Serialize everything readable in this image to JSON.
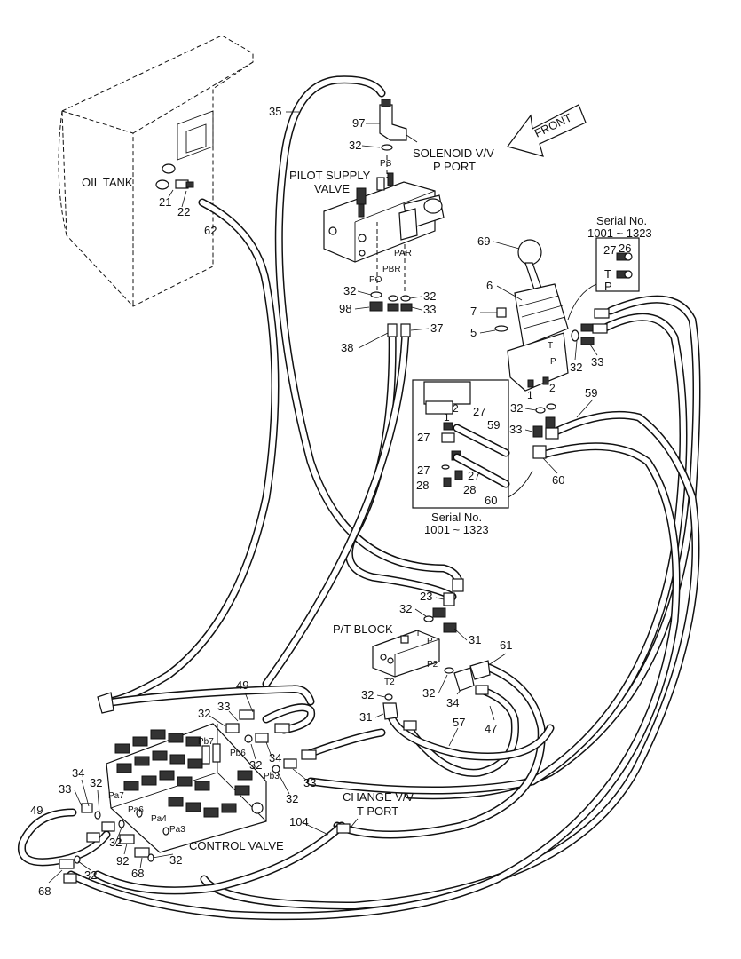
{
  "labels": {
    "oil_tank": "OIL TANK",
    "front": "FRONT",
    "pilot_supply_valve_1": "PILOT SUPPLY",
    "pilot_supply_valve_2": "VALVE",
    "solenoid_1": "SOLENOID V/V",
    "solenoid_2": "P PORT",
    "serial_top_1": "Serial No.",
    "serial_top_2": "1001 ~ 1323",
    "serial_mid_1": "Serial No.",
    "serial_mid_2": "1001 ~ 1323",
    "pt_block": "P/T BLOCK",
    "change_vv_1": "CHANGE V/V",
    "change_vv_2": "T PORT",
    "control_valve": "CONTROL VALVE"
  },
  "ports": {
    "ps": "PS",
    "po": "PO",
    "pbr": "PBR",
    "par": "PAR",
    "t_inset": "T",
    "p_inset": "P",
    "t_block": "T",
    "p_block": "P",
    "p2": "P2",
    "t2": "T2",
    "pb7": "Pb7",
    "pb6": "Pb6",
    "pb3": "Pb3",
    "pa7": "Pa7",
    "pa6": "Pa6",
    "pa4": "Pa4",
    "pa3": "Pa3",
    "jt": "T",
    "jp": "P",
    "j1": "1",
    "j2": "2",
    "m1": "1",
    "m2": "2"
  },
  "callouts": {
    "c97": "97",
    "c32_sol": "32",
    "c35": "35",
    "c21": "21",
    "c22": "22",
    "c62": "62",
    "c27_top": "27",
    "c26": "26",
    "c69": "69",
    "c6": "6",
    "c7": "7",
    "c5": "5",
    "c32_psv_l": "32",
    "c98": "98",
    "c32_psv_r": "32",
    "c33_psv": "33",
    "c38": "38",
    "c37": "37",
    "c32_joy": "32",
    "c33_joy": "33",
    "c59_r": "59",
    "c32_joy2": "32",
    "c33_joy2": "33",
    "c60_r": "60",
    "c27_m1": "27",
    "c27_m2": "27",
    "c59_m": "59",
    "c27_m3": "27",
    "c27_m4": "27",
    "c28_m1": "28",
    "c28_m2": "28",
    "c60_m": "60",
    "c23": "23",
    "c32_pt": "32",
    "c31_pt": "31",
    "c61": "61",
    "c32_p2": "32",
    "c34_p2": "34",
    "c47": "47",
    "c49_top": "49",
    "c32_cv1": "32",
    "c33_cv1": "33",
    "c32_t2": "32",
    "c31_t2": "31",
    "c57": "57",
    "c34_cv": "34",
    "c32_cv2": "32",
    "c33_cv2": "33",
    "c32_cv3": "32",
    "c34_l": "34",
    "c32_l": "32",
    "c33_l": "33",
    "c49_l": "49",
    "c32_b1": "32",
    "c92": "92",
    "c68_m": "68",
    "c32_b2": "32",
    "c68_l": "68",
    "c32_b3": "32",
    "c104": "104"
  }
}
